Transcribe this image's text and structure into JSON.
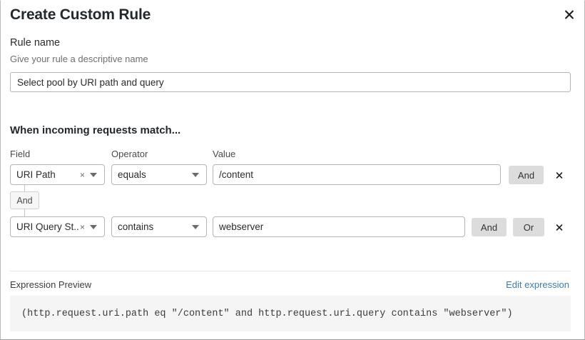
{
  "dialog": {
    "title": "Create Custom Rule",
    "close_icon": "close-icon"
  },
  "rule_name": {
    "label": "Rule name",
    "hint": "Give your rule a descriptive name",
    "value": "Select pool by URI path and query",
    "placeholder": "Select pool by URI path and query"
  },
  "conditions": {
    "heading": "When incoming requests match...",
    "columns": {
      "field": "Field",
      "operator": "Operator",
      "value": "Value"
    },
    "connector": {
      "label": "And"
    },
    "rows": [
      {
        "field": "URI Path",
        "operator": "equals",
        "value": "/content",
        "value_placeholder": "/content",
        "clear": "×",
        "logic_buttons": [
          "And"
        ],
        "delete_icon": "close-icon"
      },
      {
        "field": "URI Query St...",
        "operator": "contains",
        "value": "webserver",
        "value_placeholder": "webserver",
        "clear": "×",
        "logic_buttons": [
          "And",
          "Or"
        ],
        "delete_icon": "close-icon"
      }
    ]
  },
  "expression_preview": {
    "label": "Expression Preview",
    "edit_link": "Edit expression",
    "code": "(http.request.uri.path eq \"/content\" and http.request.uri.query contains \"webserver\")"
  },
  "colors": {
    "link": "#3b7eb3",
    "pill_bg": "#dcdcdc",
    "code_bg": "#f5f5f5",
    "border": "#b5b5b5"
  }
}
